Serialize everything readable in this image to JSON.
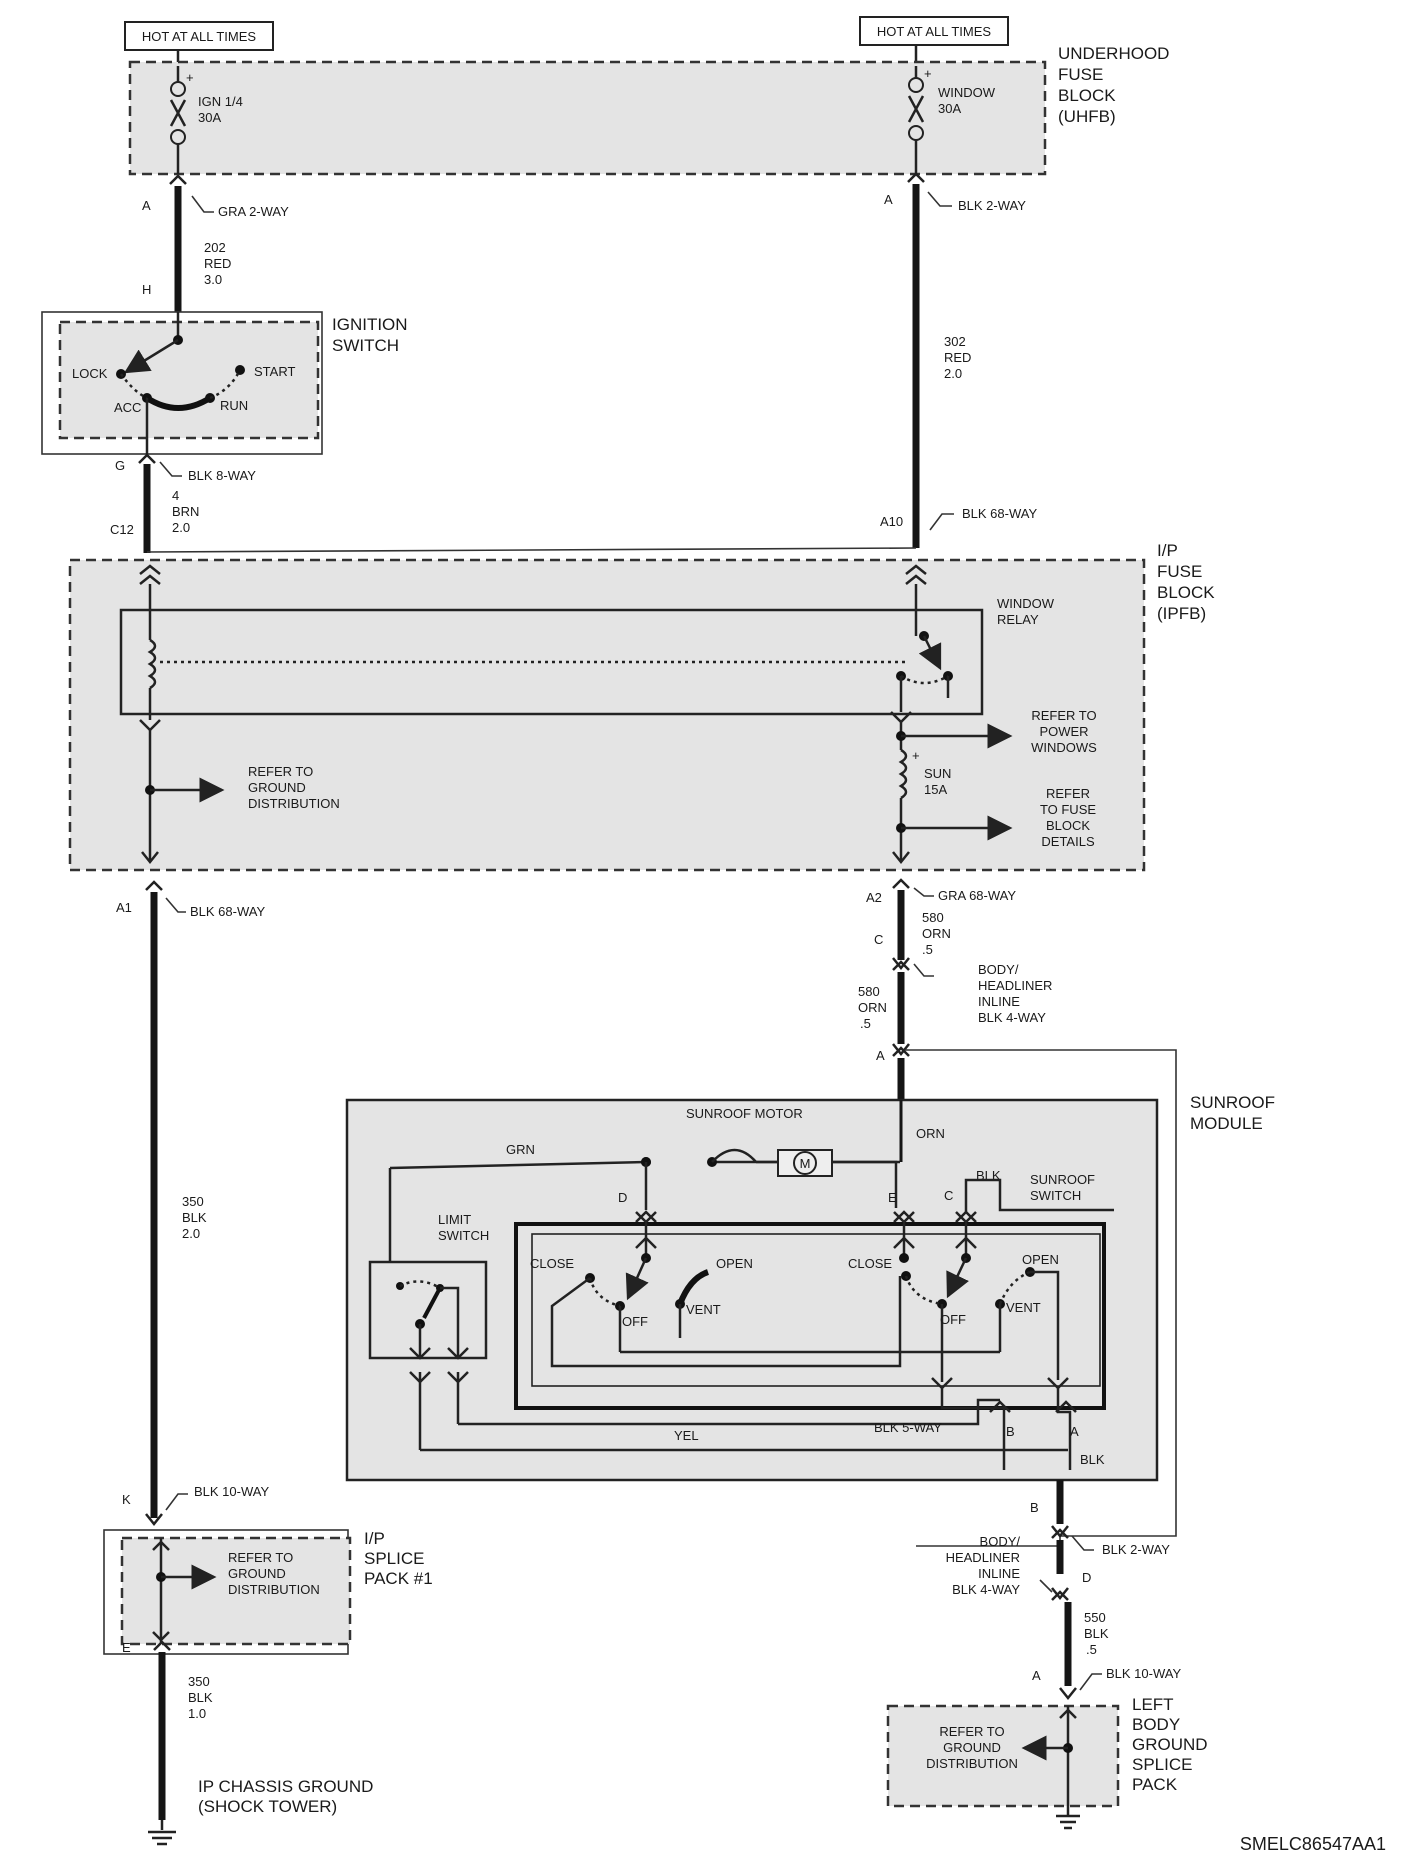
{
  "hot_labels": [
    "HOT AT ALL TIMES",
    "HOT AT ALL TIMES"
  ],
  "uhfb": {
    "name": [
      "UNDERHOOD",
      "FUSE",
      "BLOCK",
      "(UHFB)"
    ],
    "fuse_left": [
      "IGN 1/4",
      "30A"
    ],
    "fuse_right": [
      "WINDOW",
      "30A"
    ]
  },
  "ignition": {
    "title": [
      "IGNITION",
      "SWITCH"
    ],
    "positions": [
      "LOCK",
      "START",
      "ACC",
      "RUN"
    ]
  },
  "ipfb": {
    "name": [
      "I/P",
      "FUSE",
      "BLOCK",
      "(IPFB)"
    ],
    "relay": [
      "WINDOW",
      "RELAY"
    ],
    "ground_ref": [
      "REFER TO",
      "GROUND",
      "DISTRIBUTION"
    ],
    "power_windows_ref": [
      "REFER TO",
      "POWER",
      "WINDOWS"
    ],
    "fuse": [
      "SUN",
      "15A"
    ],
    "fuse_block_ref": [
      "REFER",
      "TO FUSE",
      "BLOCK",
      "DETAILS"
    ]
  },
  "connectors": {
    "c_a_left": "A",
    "gra2": "GRA 2-WAY",
    "c_a_right": "A",
    "blk2_top": "BLK 2-WAY",
    "c_h": "H",
    "c_g": "G",
    "blk8": "BLK 8-WAY",
    "c_c12": "C12",
    "c_a10": "A10",
    "blk68_top": "BLK 68-WAY",
    "c_a1": "A1",
    "blk68_left": "BLK 68-WAY",
    "c_a2": "A2",
    "gra68": "GRA 68-WAY",
    "c_c": "C",
    "inline_top": [
      "BODY/",
      "HEADLINER",
      "INLINE",
      "BLK 4-WAY"
    ],
    "c_a_sun": "A",
    "c_k": "K",
    "blk10_left": "BLK 10-WAY",
    "c_e": "E",
    "c_b": "B",
    "blk2_bottom": "BLK 2-WAY",
    "inline_bottom": [
      "BODY/",
      "HEADLINER",
      "INLINE",
      "BLK 4-WAY"
    ],
    "c_d": "D",
    "c_a_bottom": "A",
    "blk10_right": "BLK 10-WAY"
  },
  "wires": {
    "w202": [
      "202",
      "RED",
      "3.0"
    ],
    "w302": [
      "302",
      "RED",
      "2.0"
    ],
    "w4": [
      "4",
      "BRN",
      "2.0"
    ],
    "w350_top": [
      "350",
      "BLK",
      "2.0"
    ],
    "w580_a": [
      "580",
      "ORN",
      ".5"
    ],
    "w580_b": [
      "580",
      "ORN",
      ".5"
    ],
    "w350_bottom": [
      "350",
      "BLK",
      "1.0"
    ],
    "w550": [
      "550",
      "BLK",
      ".5"
    ]
  },
  "sunroof": {
    "module_name": [
      "SUNROOF",
      "MODULE"
    ],
    "motor": "SUNROOF MOTOR",
    "motor_symbol": "M",
    "wire_grn": "GRN",
    "wire_orn": "ORN",
    "wire_blk_top": "BLK",
    "switch_name": [
      "SUNROOF",
      "SWITCH"
    ],
    "limit_name": [
      "LIMIT",
      "SWITCH"
    ],
    "pin_d": "D",
    "pin_e": "E",
    "pin_c": "C",
    "left_positions": [
      "CLOSE",
      "OPEN",
      "OFF",
      "VENT"
    ],
    "right_positions": [
      "CLOSE",
      "OPEN",
      "OFF",
      "VENT"
    ],
    "wire_yel": "YEL",
    "blk5": "BLK 5-WAY",
    "pin_b": "B",
    "pin_a": "A",
    "wire_blk_bottom": "BLK"
  },
  "ip_splice": {
    "name": [
      "I/P",
      "SPLICE",
      "PACK #1"
    ],
    "ref": [
      "REFER TO",
      "GROUND",
      "DISTRIBUTION"
    ]
  },
  "left_body": {
    "name": [
      "LEFT",
      "BODY",
      "GROUND",
      "SPLICE",
      "PACK"
    ],
    "ref": [
      "REFER TO",
      "GROUND",
      "DISTRIBUTION"
    ]
  },
  "ground_label": [
    "IP CHASSIS GROUND",
    "(SHOCK TOWER)"
  ],
  "figure_code": "SMELC86547AA1"
}
